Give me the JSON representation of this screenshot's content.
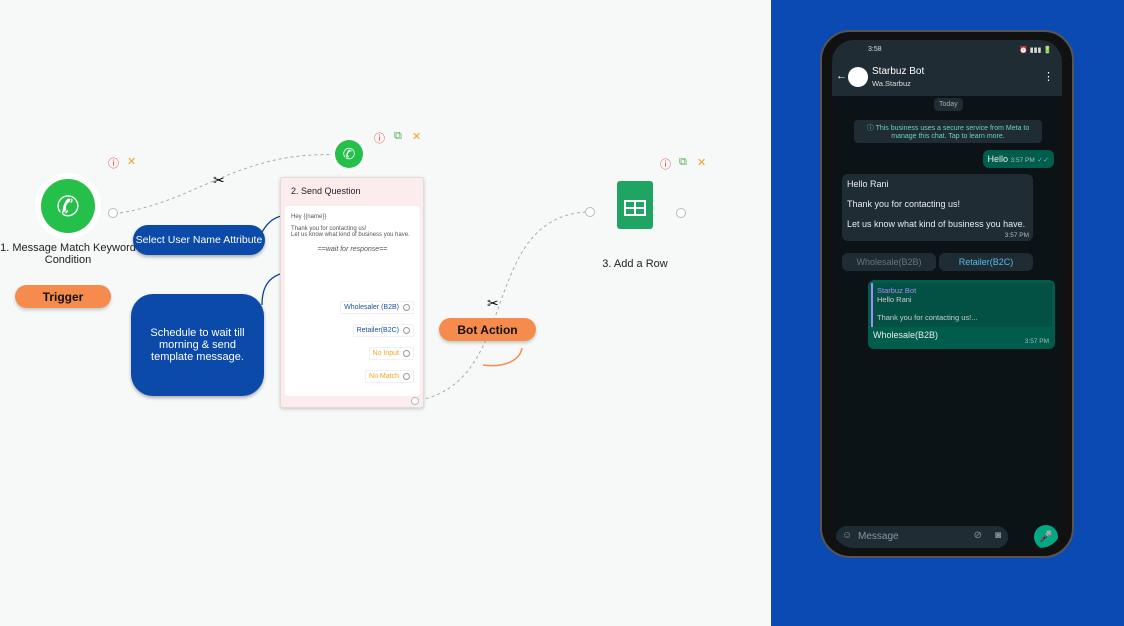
{
  "flow": {
    "node1": {
      "label": "1. Message Match Keyword Condition",
      "tag": "Trigger"
    },
    "node2": {
      "title": "2. Send Question",
      "greeting": "Hey {{name}}",
      "line1": "Thank you for contacting us!",
      "line2": "Let us know what kind of business you have.",
      "wait": "==wait for response==",
      "options": [
        {
          "label": "Wholesaler (B2B)",
          "color": "#1f4fa0"
        },
        {
          "label": "Retailer(B2C)",
          "color": "#1f4fa0"
        },
        {
          "label": "No Input",
          "color": "#f5a623"
        },
        {
          "label": "No Match",
          "color": "#f5a623"
        }
      ]
    },
    "node3": {
      "label": "3. Add a Row"
    },
    "annotations": {
      "attr": "Select User Name Attribute",
      "schedule": "Schedule to wait till morning & send template message.",
      "bot_action": "Bot Action"
    }
  },
  "phone": {
    "status_time": "3:58",
    "contact": "Starbuz Bot",
    "subtitle": "Wa.Starbuz",
    "date_chip": "Today",
    "system_msg": "This business uses a secure service from Meta to manage this chat. Tap to learn more.",
    "messages": [
      {
        "text": "Hello",
        "time": "3:57 PM"
      },
      {
        "line1": "Hello Rani",
        "line2": "Thank you for contacting us!",
        "line3": "Let us know what kind of business you have.",
        "time": "3:57 PM"
      },
      {
        "quote_name": "Starbuz Bot",
        "quote_l1": "Hello Rani",
        "quote_l2": "Thank you for contacting us!...",
        "text": "Wholesale(B2B)",
        "time": "3:57 PM"
      }
    ],
    "buttons": [
      "Wholesale(B2B)",
      "Retailer(B2C)"
    ],
    "input_placeholder": "Message"
  },
  "colors": {
    "blue_panel": "#0b49b3",
    "orange": "#f58b4c",
    "wa_green": "#25c04a"
  }
}
